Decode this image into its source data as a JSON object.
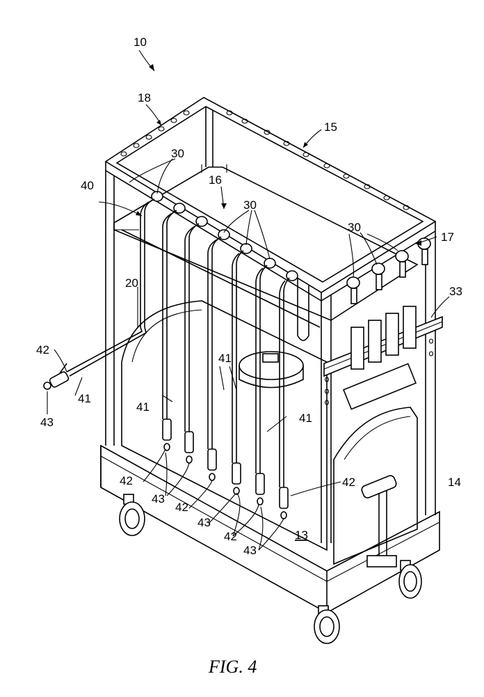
{
  "figure": {
    "caption": "FIG. 4",
    "labels": {
      "n10": "10",
      "n18": "18",
      "n15": "15",
      "n16": "16",
      "n40": "40",
      "n30a": "30",
      "n30b": "30",
      "n30c": "30",
      "n17": "17",
      "n33": "33",
      "n20": "20",
      "n42a": "42",
      "n43a": "43",
      "n41a": "41",
      "n41b": "41",
      "n41c": "41",
      "n41d": "41",
      "n42b": "42",
      "n43b": "43",
      "n42c": "42",
      "n43c": "43",
      "n42d": "42",
      "n43d": "43",
      "n42e": "42",
      "n14": "14",
      "n13": "13"
    }
  }
}
